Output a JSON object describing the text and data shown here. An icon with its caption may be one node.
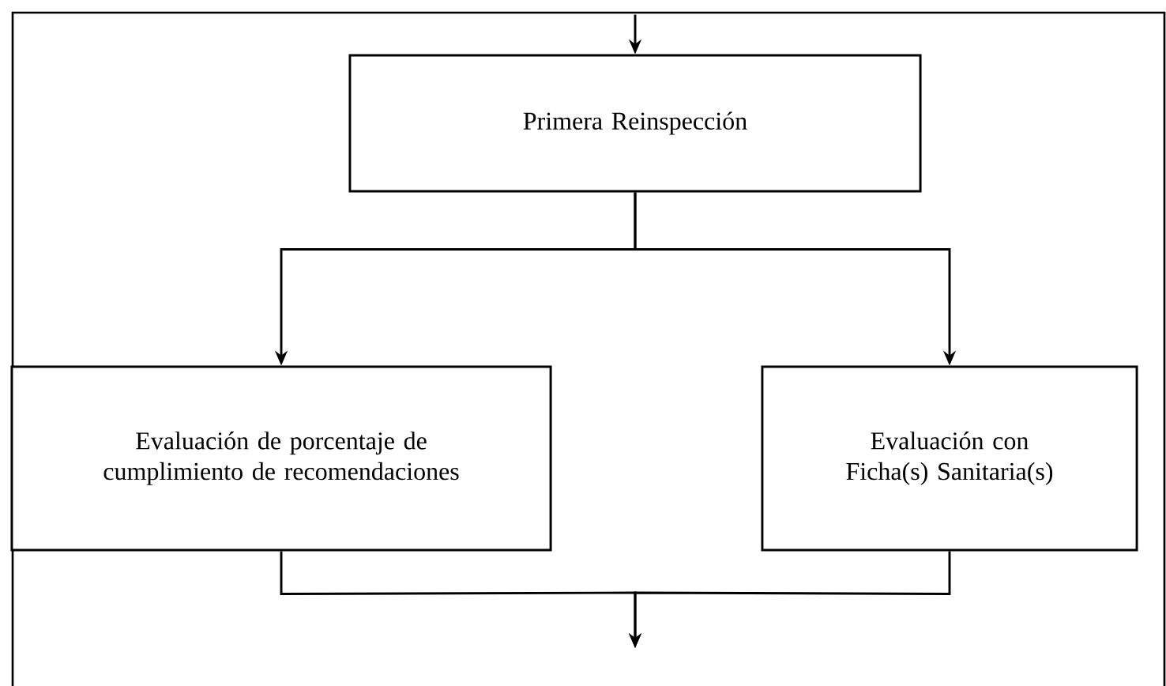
{
  "diagram": {
    "nodes": [
      {
        "text": [
          "Primera Reinspección"
        ]
      },
      {
        "text": [
          "Evaluación de porcentaje de cumplimiento de recomendaciones"
        ]
      },
      {
        "text": [
          "Evaluación con Ficha(s) Sanitaria(s)"
        ]
      }
    ],
    "edges": [
      {
        "from": null,
        "to": 0,
        "arrow": "to"
      },
      {
        "from": 0,
        "to": 1,
        "arrow": "to"
      },
      {
        "from": 0,
        "to": 2,
        "arrow": "to"
      },
      {
        "from": 1,
        "to": null,
        "arrow": "to"
      },
      {
        "from": 2,
        "to": null,
        "arrow": "to"
      }
    ]
  }
}
